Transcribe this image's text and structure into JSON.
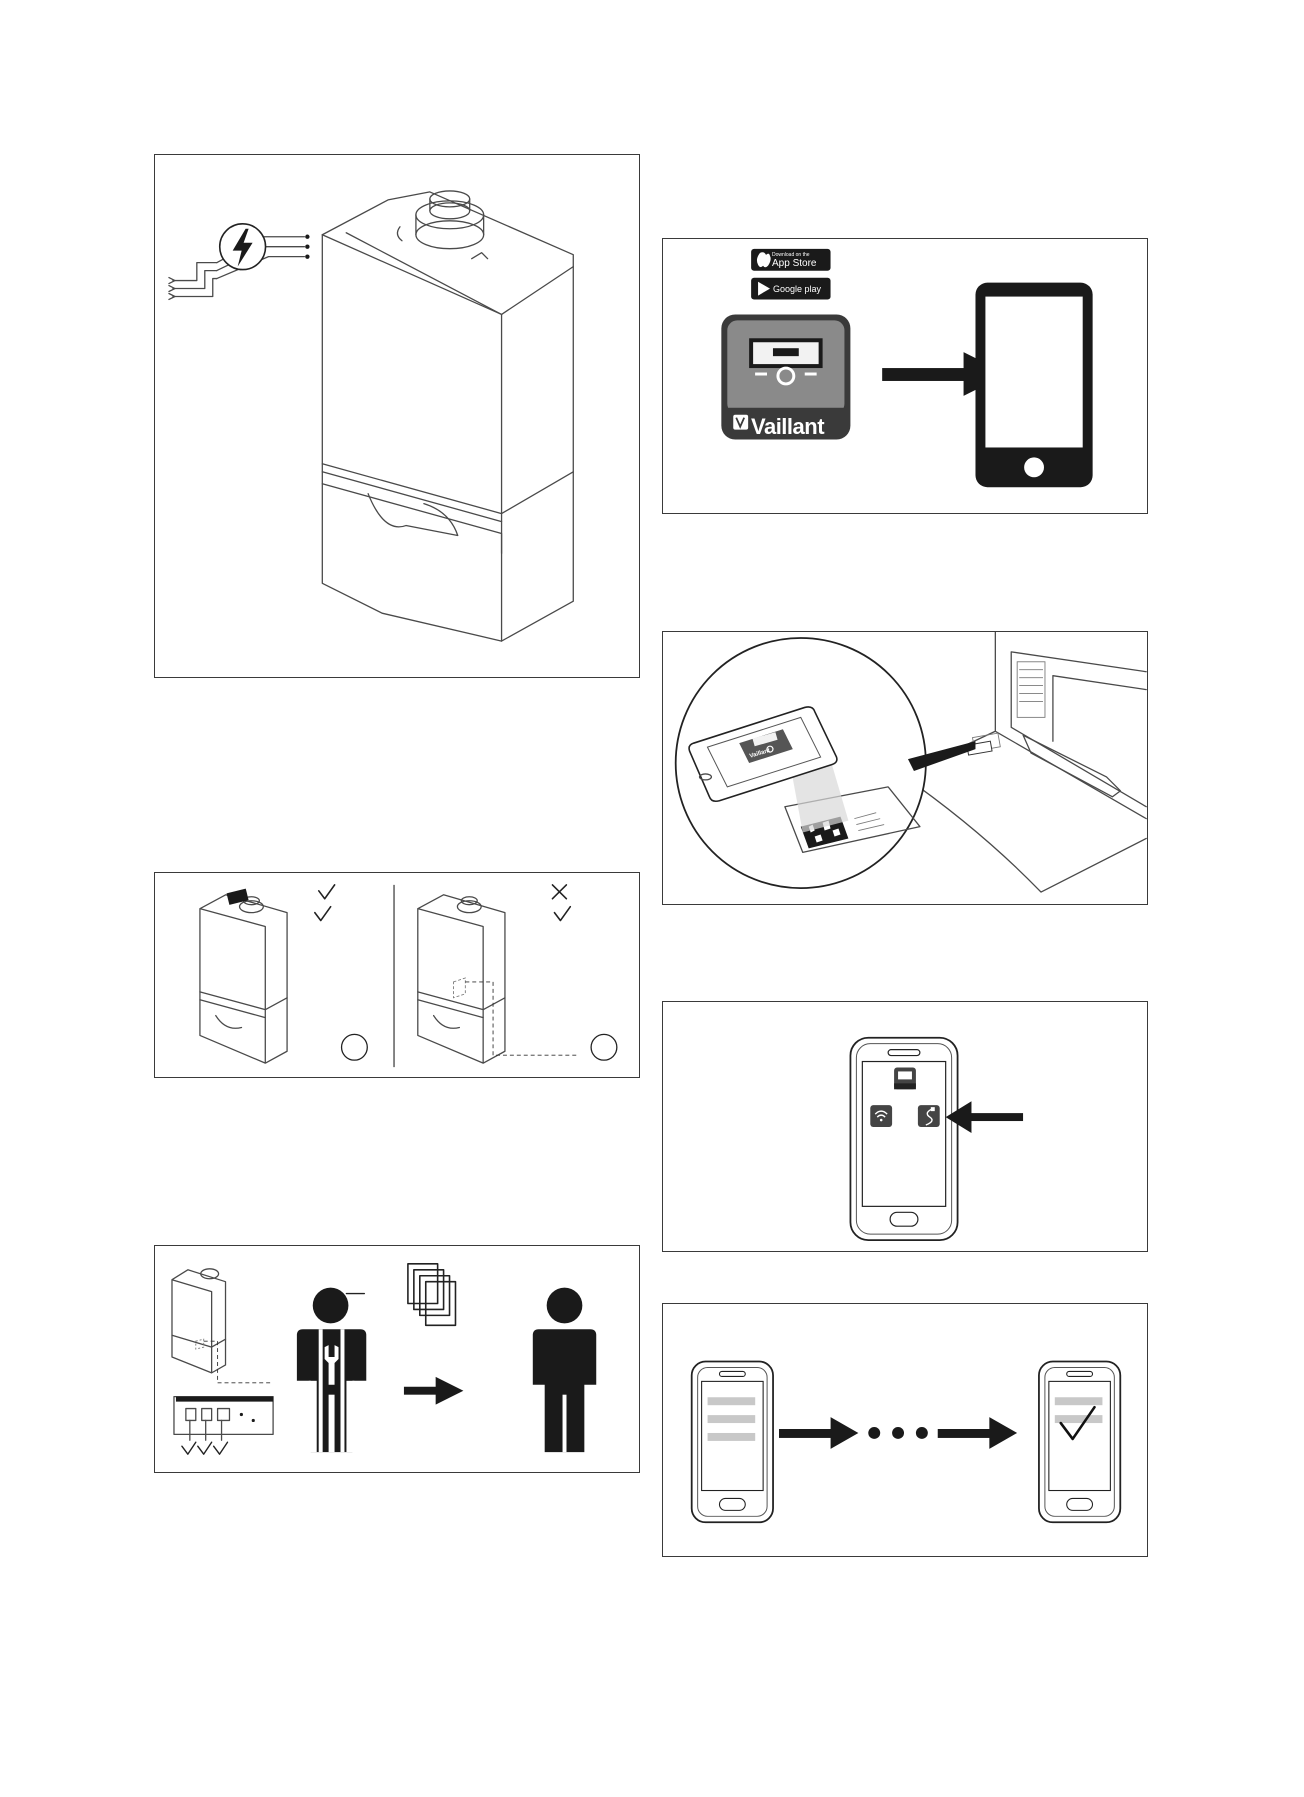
{
  "app_download": {
    "appstore_small": "Download on the",
    "appstore_large": "App Store",
    "googleplay_large": "Google play",
    "brand": "Vaillant"
  },
  "qr_scan": {
    "phone_brand": "Vaillant"
  }
}
